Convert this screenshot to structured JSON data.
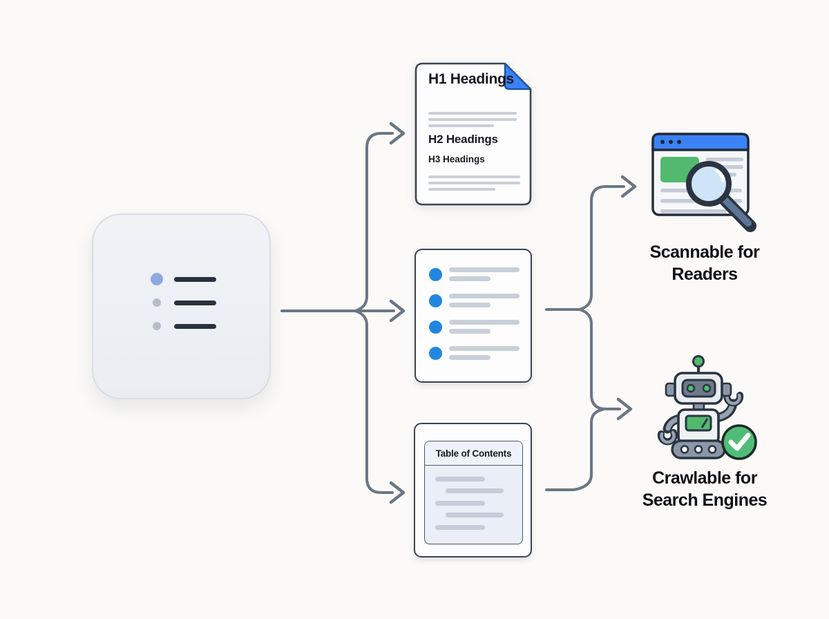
{
  "theme": {
    "background": "#fbfaf8",
    "ink": "#16181d",
    "connector": "#6b7684",
    "card_border": "#3c4450",
    "card_bg": "#fdfdfe",
    "placeholder_line": "#c9cfd8",
    "accent_blue": "#2186e0",
    "fold_blue": "#3b82f6",
    "soft_blue_dot": "#8ea9e2",
    "gray_dot": "#b7bec8",
    "dark_line": "#2a313c",
    "green": "#53b96e",
    "panel_blue": "#e9eef7",
    "panel_border": "#4a5568",
    "robot_gray": "#8b97a6"
  },
  "source": {
    "icon": "outline-list-icon"
  },
  "cards": {
    "headings": {
      "h1": "H1 Headings",
      "h2": "H2 Headings",
      "h3": "H3 Headings"
    },
    "bullet_list": {
      "bullet_count": 4
    },
    "toc": {
      "title": "Table of Contents"
    }
  },
  "outcomes": {
    "readers": {
      "label": "Scannable for Readers",
      "icon": "browser-magnifier-icon"
    },
    "search": {
      "label": "Crawlable for Search Engines",
      "icon": "robot-check-icon"
    }
  }
}
